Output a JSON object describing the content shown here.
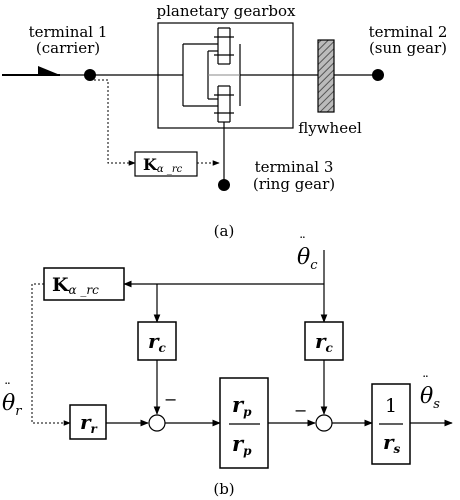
{
  "part_a": {
    "gearbox_label": "planetary gearbox",
    "terminal1": {
      "name": "terminal 1",
      "role": "(carrier)"
    },
    "terminal2": {
      "name": "terminal 2",
      "role": "(sun gear)"
    },
    "terminal3": {
      "name": "terminal 3",
      "role": "(ring gear)"
    },
    "flywheel_label": "flywheel",
    "gain_block": {
      "main": "K",
      "sub": "α _rc"
    },
    "caption": "(a)"
  },
  "part_b": {
    "input_top": {
      "symbol": "θ",
      "sub": "c"
    },
    "input_left": {
      "symbol": "θ",
      "sub": "r"
    },
    "output": {
      "symbol": "θ",
      "sub": "s"
    },
    "gain_block": {
      "main": "K",
      "sub": "α _rc"
    },
    "rc_block_1": {
      "main": "r",
      "sub": "c"
    },
    "rc_block_2": {
      "main": "r",
      "sub": "c"
    },
    "rr_block": {
      "main": "r",
      "sub": "r"
    },
    "ratio_block": {
      "num_main": "r",
      "num_sub": "p",
      "den_main": "r",
      "den_sub": "p"
    },
    "inverse_block": {
      "num": "1",
      "den_main": "r",
      "den_sub": "s"
    },
    "minus_sign_1": "−",
    "minus_sign_2": "−",
    "caption": "(b)"
  }
}
